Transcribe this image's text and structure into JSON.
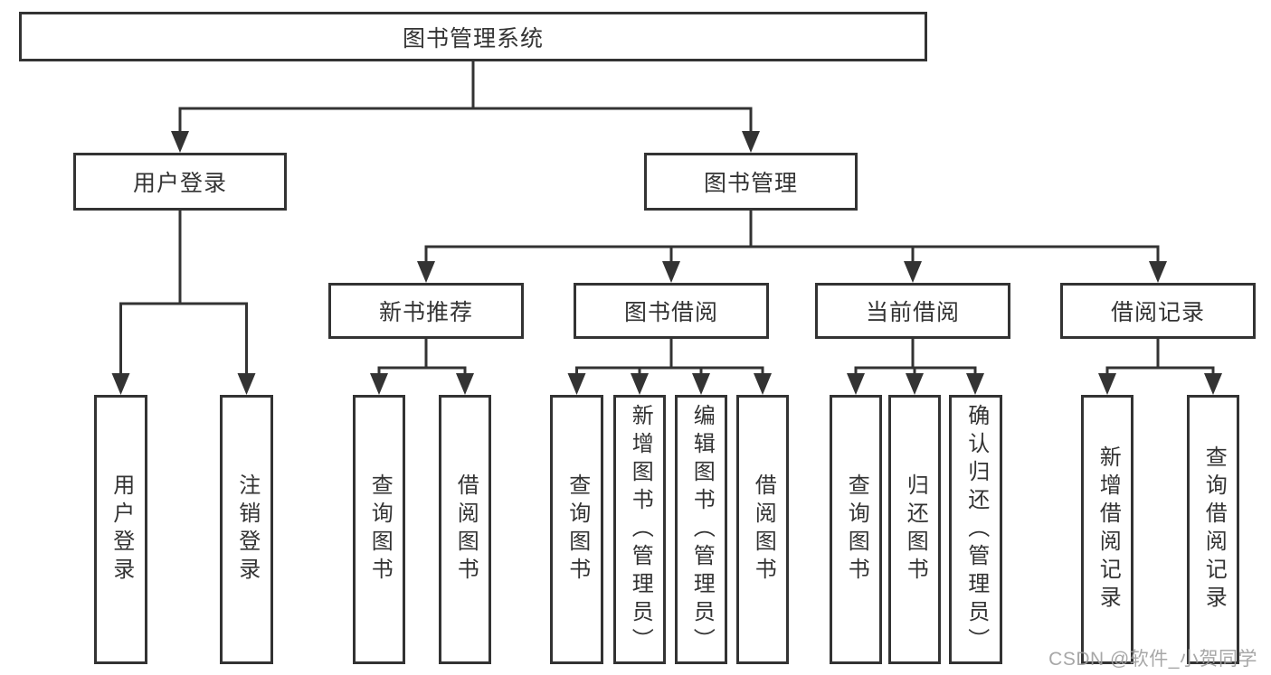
{
  "diagram": {
    "type": "hierarchy-tree",
    "root": {
      "label": "图书管理系统"
    },
    "branches": [
      {
        "label": "用户登录",
        "children": [
          {
            "label": "用户登录"
          },
          {
            "label": "注销登录"
          }
        ]
      },
      {
        "label": "图书管理",
        "children": [
          {
            "label": "新书推荐",
            "children": [
              {
                "label": "查询图书"
              },
              {
                "label": "借阅图书"
              }
            ]
          },
          {
            "label": "图书借阅",
            "children": [
              {
                "label": "查询图书"
              },
              {
                "label": "新增图书（管理员）"
              },
              {
                "label": "编辑图书（管理员）"
              },
              {
                "label": "借阅图书"
              }
            ]
          },
          {
            "label": "当前借阅",
            "children": [
              {
                "label": "查询图书"
              },
              {
                "label": "归还图书"
              },
              {
                "label": "确认归还（管理员）"
              }
            ]
          },
          {
            "label": "借阅记录",
            "children": [
              {
                "label": "新增借阅记录"
              },
              {
                "label": "查询借阅记录"
              }
            ]
          }
        ]
      }
    ]
  },
  "colors": {
    "line": "#333333",
    "text": "#333333",
    "box_background": "#ffffff",
    "watermark": "#9e9e9e"
  },
  "watermark": {
    "text": "CSDN @软件_小贺同学"
  }
}
